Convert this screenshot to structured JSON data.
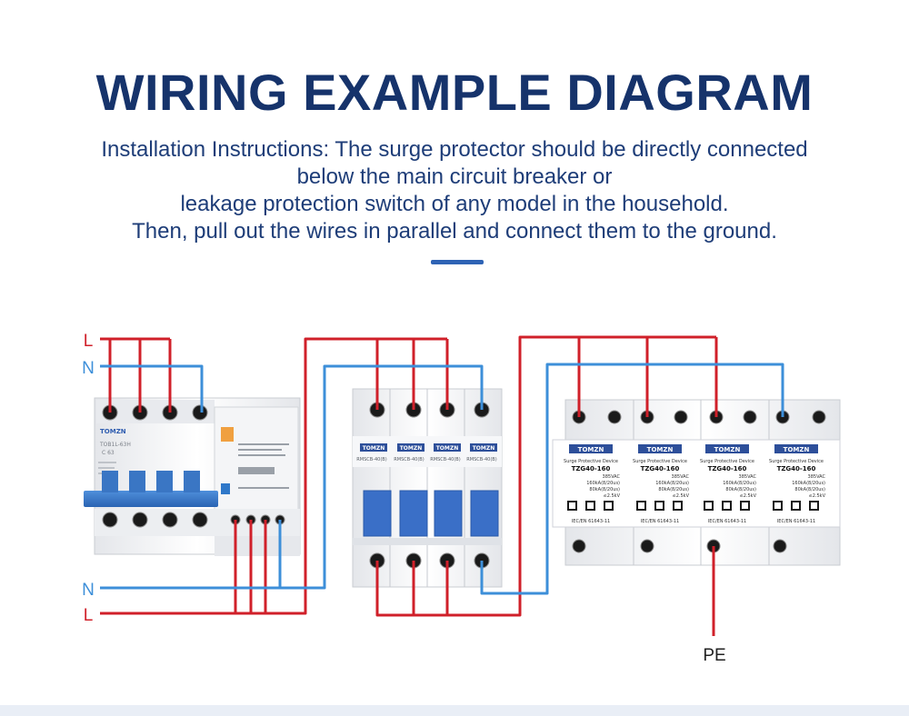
{
  "title": "WIRING EXAMPLE DIAGRAM",
  "instructions": [
    "Installation Instructions: The surge protector should be directly connected",
    "below the main circuit breaker or",
    "leakage protection switch of any model in the household.",
    "Then, pull out the wires in parallel and connect them to the ground."
  ],
  "labels": {
    "top_l": "L",
    "top_n": "N",
    "bottom_n": "N",
    "bottom_l": "L",
    "pe": "PE"
  },
  "colors": {
    "title": "#16336b",
    "live_wire": "#d0202a",
    "neutral_wire": "#3d8fd9",
    "breaker_blue": "#2f78c9",
    "spd_blue": "#3a6fc7"
  },
  "rcbo": {
    "brand": "TOMZN",
    "model": "TOB1L-63H",
    "rating": "C 63"
  },
  "mcb": {
    "modules": [
      {
        "brand": "TOMZN",
        "model": "RMSCB-40(B)"
      },
      {
        "brand": "TOMZN",
        "model": "RMSCB-40(B)"
      },
      {
        "brand": "TOMZN",
        "model": "RMSCB-40(B)"
      },
      {
        "brand": "TOMZN",
        "model": "RMSCB-40(B)"
      }
    ]
  },
  "spd": {
    "modules": [
      {
        "brand": "TOMZN",
        "device": "Surge Protective Device",
        "model": "TZG40-160",
        "uc": "385VAC",
        "imax": "160kA(8/20us)",
        "in": "80kA(8/20us)",
        "up": "≤2.5kV",
        "std": "IEC/EN 61643-11"
      },
      {
        "brand": "TOMZN",
        "device": "Surge Protective Device",
        "model": "TZG40-160",
        "uc": "385VAC",
        "imax": "160kA(8/20us)",
        "in": "80kA(8/20us)",
        "up": "≤2.5kV",
        "std": "IEC/EN 61643-11"
      },
      {
        "brand": "TOMZN",
        "device": "Surge Protective Device",
        "model": "TZG40-160",
        "uc": "385VAC",
        "imax": "160kA(8/20us)",
        "in": "80kA(8/20us)",
        "up": "≤2.5kV",
        "std": "IEC/EN 61643-11"
      },
      {
        "brand": "TOMZN",
        "device": "Surge Protective Device",
        "model": "TZG40-160",
        "uc": "385VAC",
        "imax": "160kA(8/20us)",
        "in": "80kA(8/20us)",
        "up": "≤2.5kV",
        "std": "IEC/EN 61643-11"
      }
    ]
  }
}
